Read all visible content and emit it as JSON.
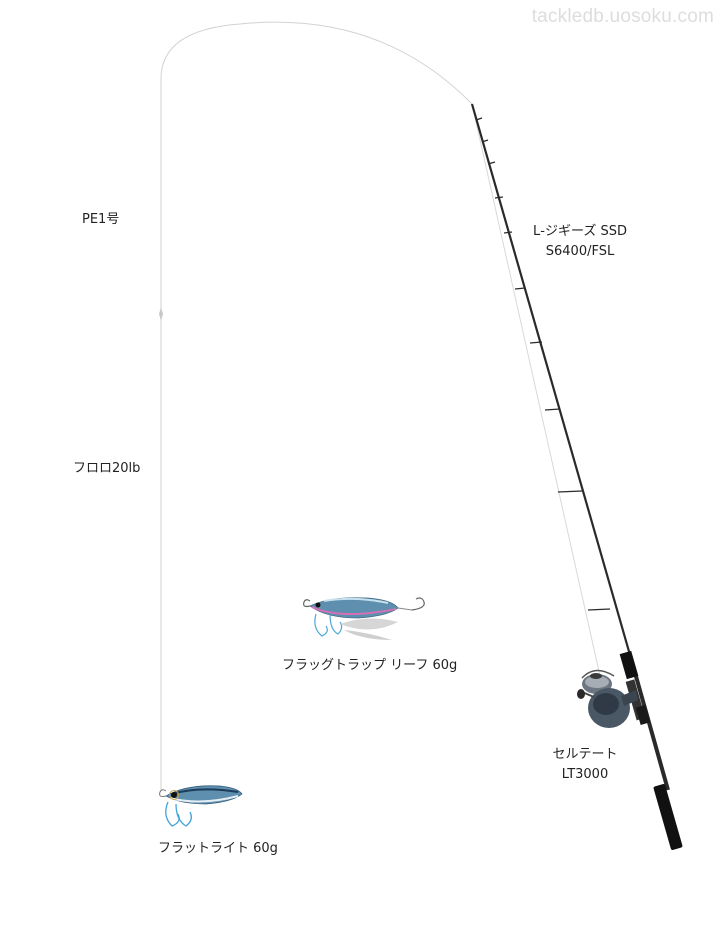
{
  "watermark": "tackledb.uosoku.com",
  "line": {
    "main_label": "PE1号",
    "leader_label": "フロロ20lb"
  },
  "rod": {
    "name_line1": "L‐ジギーズ SSD",
    "name_line2": "S6400/FSL"
  },
  "reel": {
    "name_line1": "セルテート",
    "name_line2": "LT3000"
  },
  "lures": [
    {
      "name": "フラッグトラップ リーフ 60g"
    },
    {
      "name": "フラットライト 60g"
    }
  ],
  "colors": {
    "line": "#cfcfcf",
    "rod_blank": "#2a2a2a",
    "grip": "#111111",
    "reel_body": "#4a5866",
    "lure_blue": "#5f8fae",
    "lure_pink": "#d86fb6"
  }
}
